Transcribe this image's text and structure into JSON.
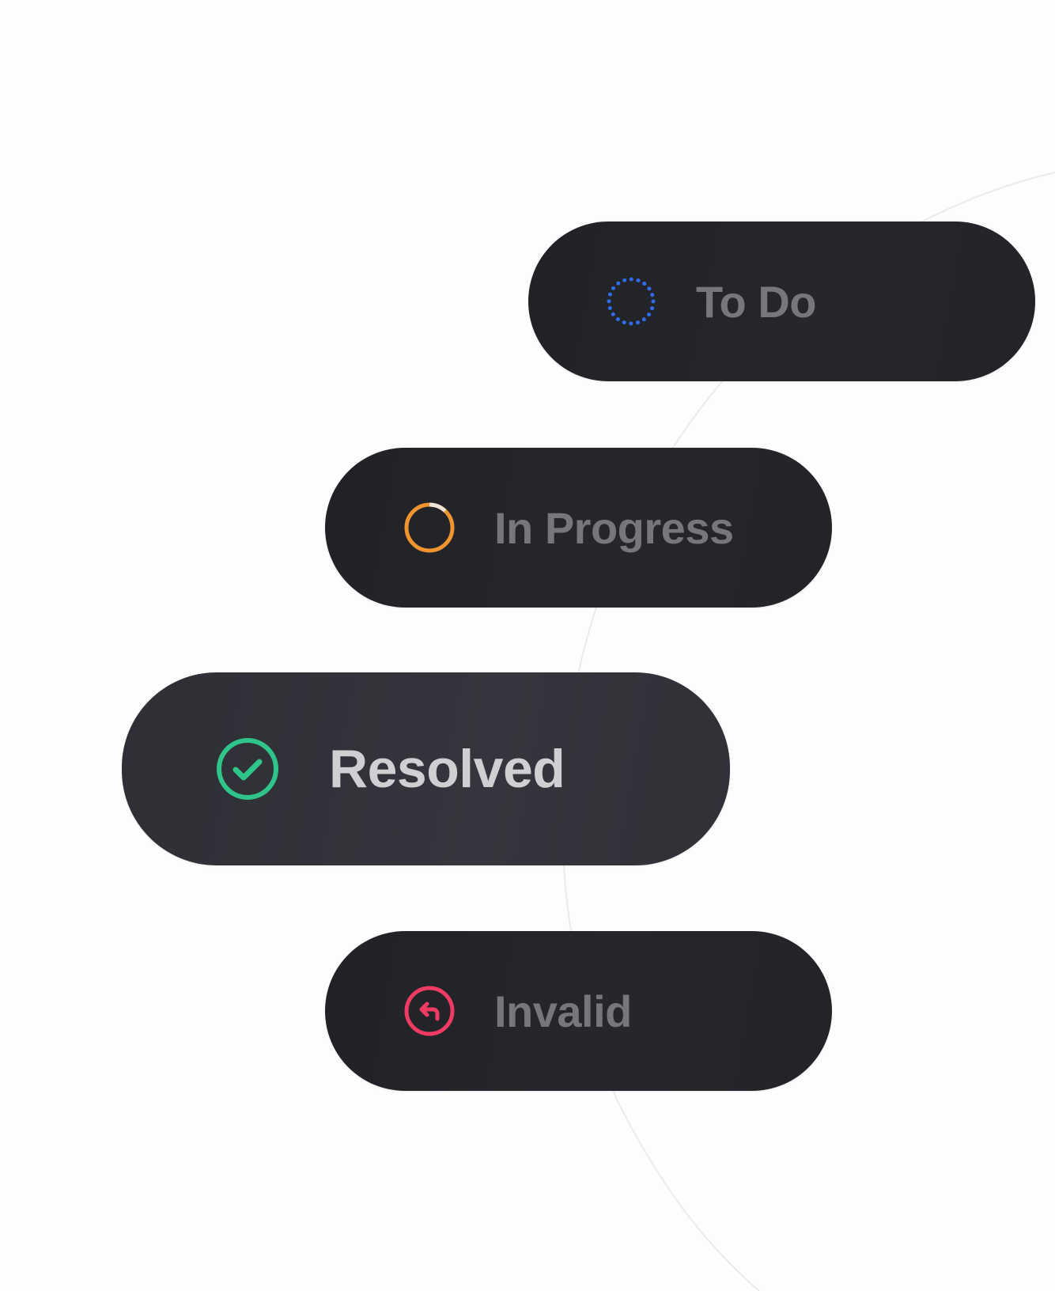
{
  "statuses": {
    "todo": {
      "label": "To Do",
      "icon": "dotted-circle-icon",
      "color": "#2f6bea"
    },
    "in_progress": {
      "label": "In Progress",
      "icon": "progress-ring-icon",
      "color": "#f0942f",
      "progress": 0.12
    },
    "resolved": {
      "label": "Resolved",
      "icon": "check-circle-icon",
      "color": "#2fc489",
      "selected": true
    },
    "invalid": {
      "label": "Invalid",
      "icon": "undo-arrow-circle-icon",
      "color": "#ef3a63"
    }
  },
  "theme": {
    "background": "#fdfdfd",
    "pill": "#222428",
    "pill_active": "#33343a",
    "label": "#76777b",
    "label_active": "#cfd0d2"
  }
}
